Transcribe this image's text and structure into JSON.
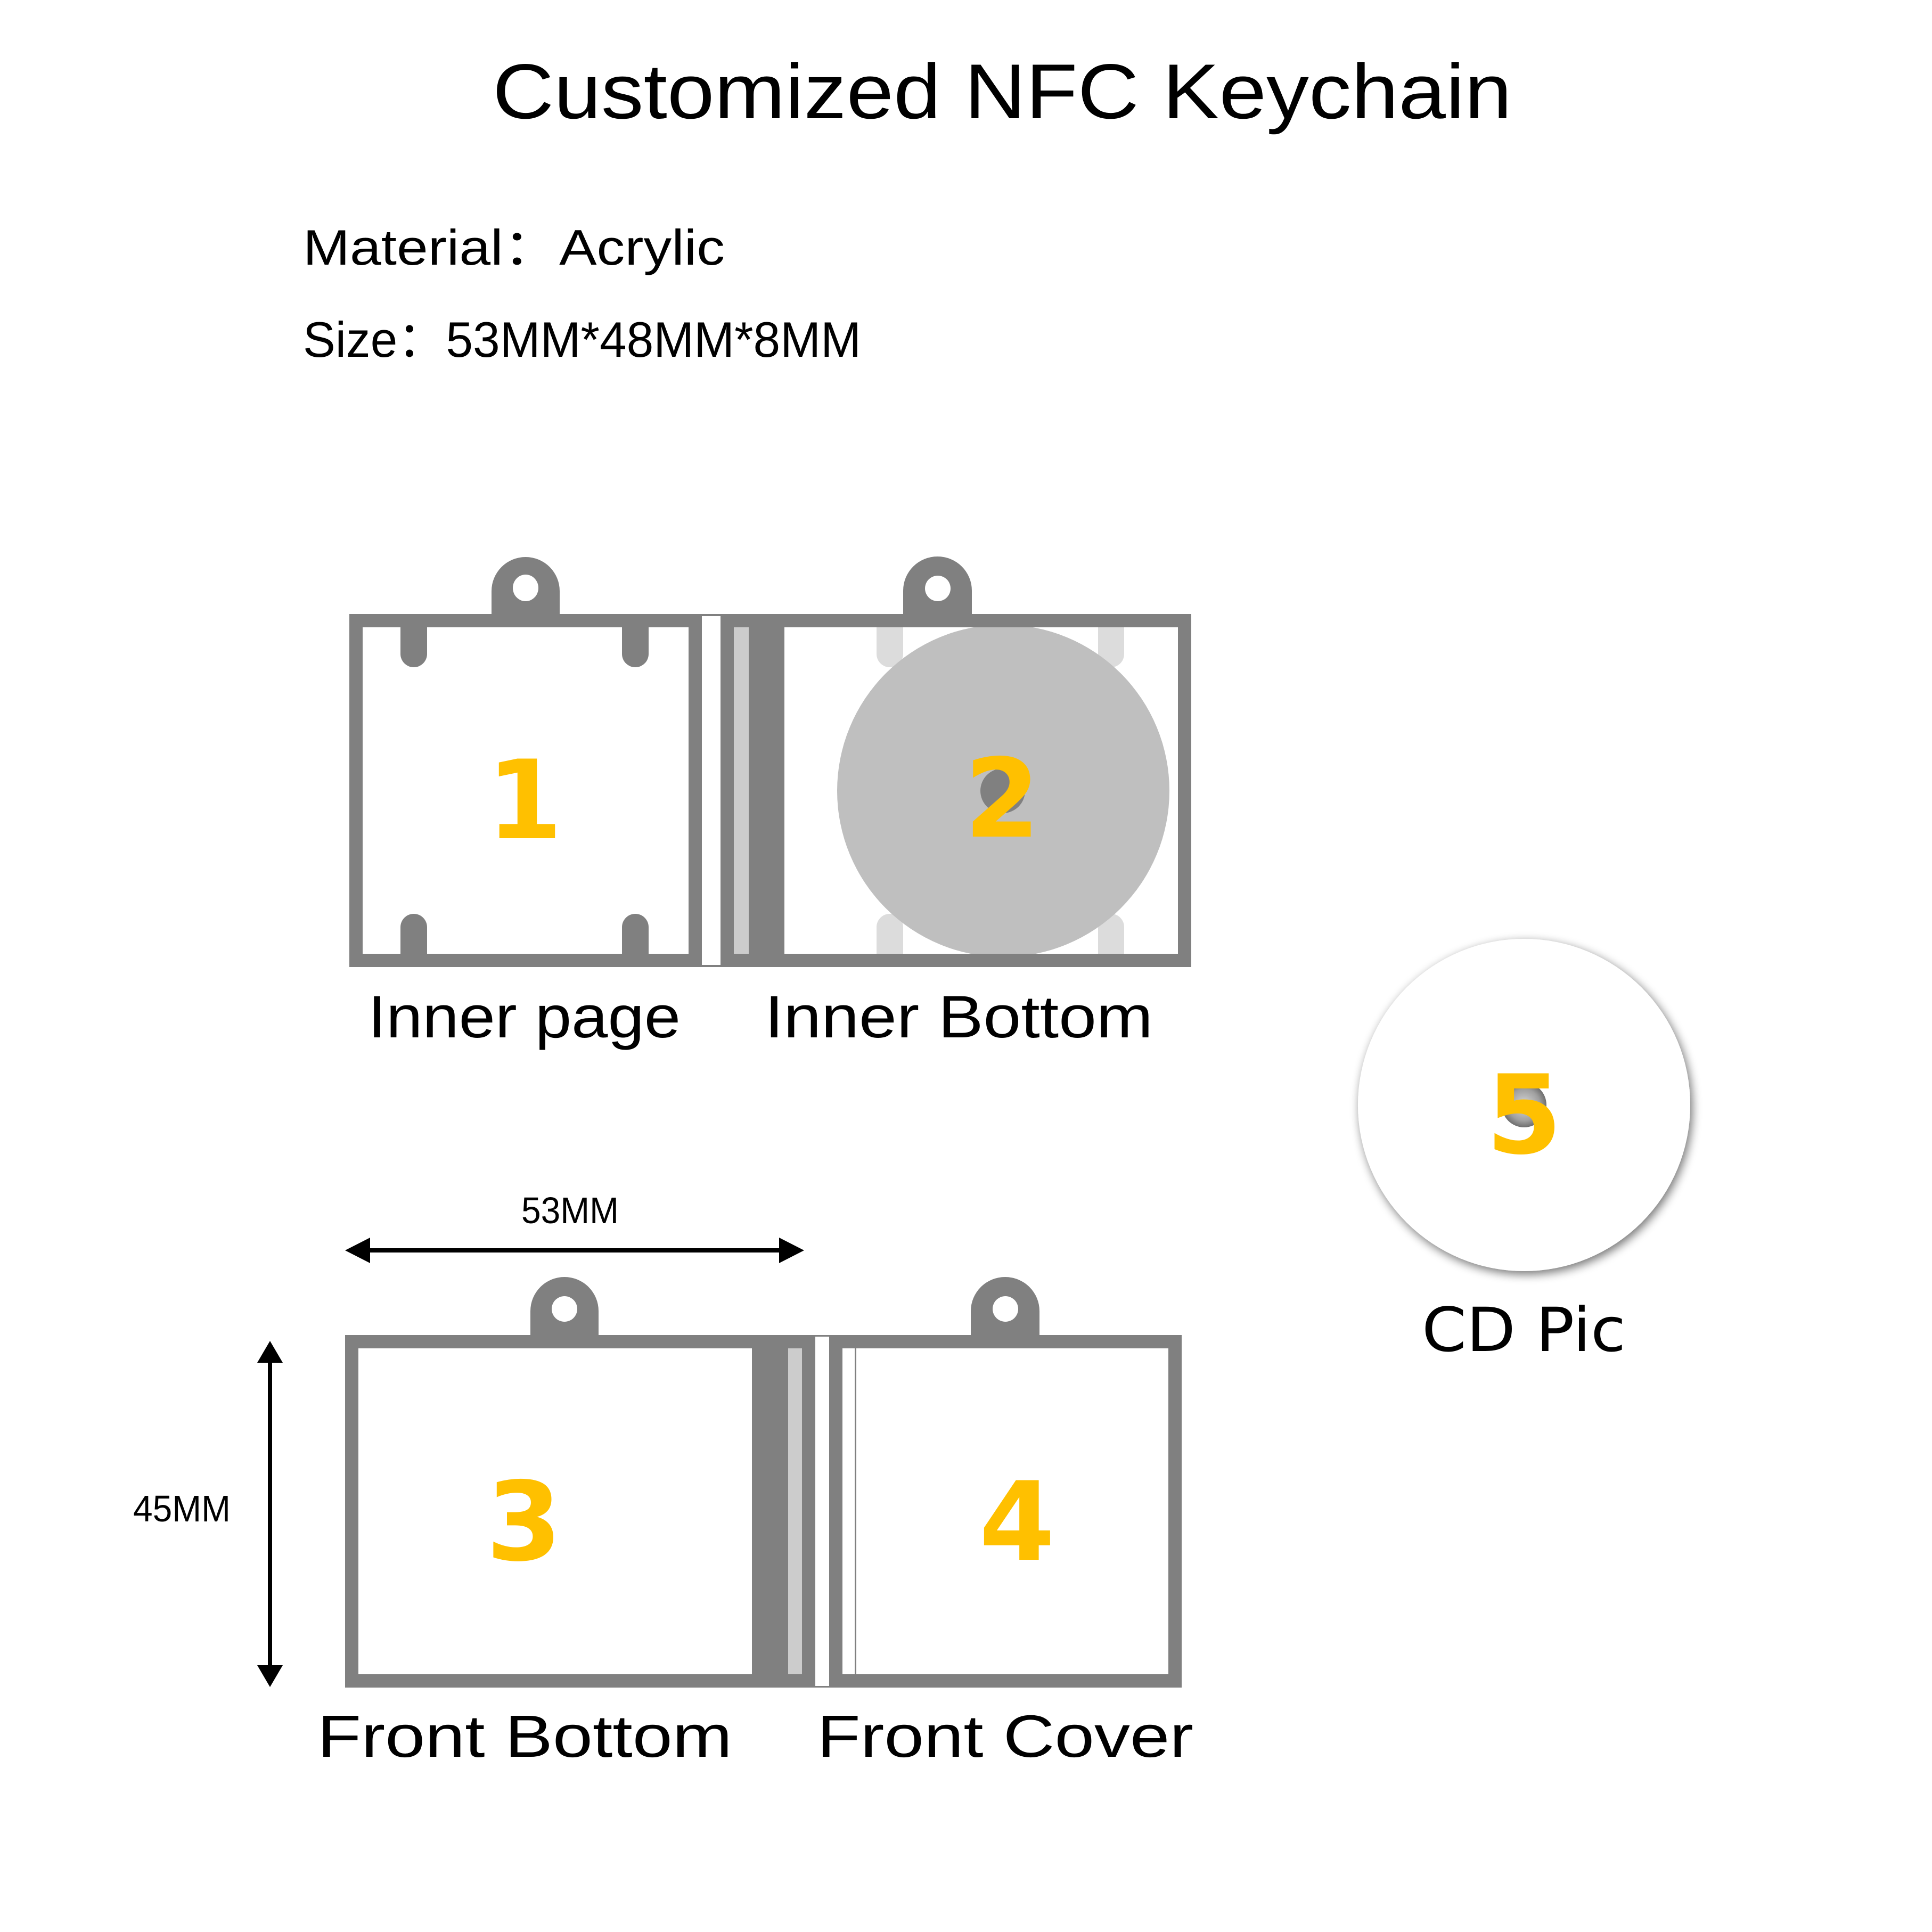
{
  "header": {
    "title": "Customized NFC Keychain"
  },
  "specs": {
    "material": "Material：Acrylic",
    "size": "Size：53MM*48MM*8MM"
  },
  "colors": {
    "frame": "#808080",
    "frame_light": "#CCCCCC",
    "notch_light": "#DCDCDC",
    "disc": "#BFBFBF",
    "number": "#FFC000",
    "text": "#000000",
    "background": "#FFFFFF"
  },
  "parts": [
    {
      "number": "1",
      "label": "Inner page"
    },
    {
      "number": "2",
      "label": "Inner Bottom"
    },
    {
      "number": "3",
      "label": "Front Bottom"
    },
    {
      "number": "4",
      "label": "Front Cover"
    },
    {
      "number": "5",
      "label": "CD Pic"
    }
  ],
  "dimensions": {
    "width_label": "53MM",
    "height_label": "45MM"
  }
}
